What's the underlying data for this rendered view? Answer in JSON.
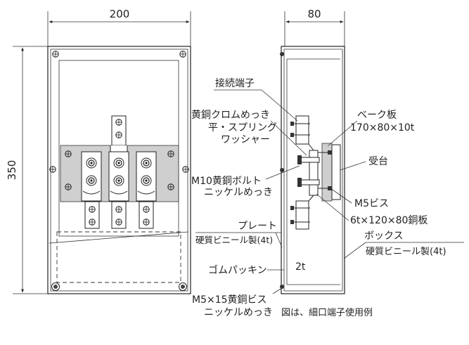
{
  "dimensions": {
    "front_width": "200",
    "side_width": "80",
    "height": "350"
  },
  "labels": {
    "connection_terminal": "接続端子",
    "brass_chrome": "黄銅クロムめっき",
    "spring_washer_1": "平・スプリング",
    "spring_washer_2": "ワッシャー",
    "bolt_1": "M10黄銅ボルト",
    "bolt_2": "ニッケルめっき",
    "plate_1": "プレート",
    "plate_2": "硬質ビニール製(4t)",
    "rubber_packing": "ゴムパッキン",
    "screw_1": "M5×15黄銅ビス",
    "screw_2": "ニッケルめっき",
    "bake_board_1": "ベーク板",
    "bake_board_2": "170×80×10t",
    "stand": "受台",
    "m5_screw": "M5ビス",
    "copper_plate": "6t×120×80銅板",
    "box_1": "ボックス",
    "box_2": "硬質ビニール製(4t)",
    "thickness": "2t",
    "note": "図は、細口端子使用例"
  }
}
